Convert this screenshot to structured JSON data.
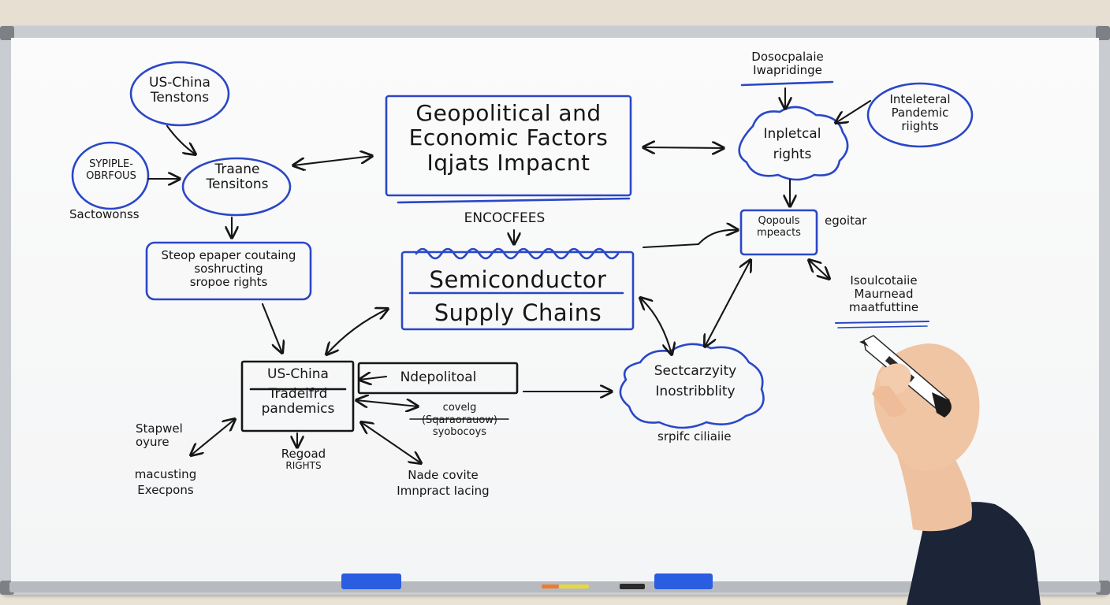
{
  "colors": {
    "marker_blue": "#2a47c7",
    "ink": "#161616",
    "board": "#f8f8f8",
    "frame": "#c9ccd0",
    "sleeve": "#1c2438",
    "skin": "#f0c5a4"
  },
  "nodes": {
    "us_china_tensions": [
      "US-China",
      "Tenstons"
    ],
    "supply_obstacles": [
      "SYPIPLE-",
      "OBRFOUS"
    ],
    "sactowonss": "Sactowonss",
    "trade_tensions": [
      "Traane",
      "Tensitons"
    ],
    "step_coutaing": [
      "Steop epaper coutaing",
      "soshructing",
      "sropoe     rights"
    ],
    "main_title": [
      "Geopolitical and",
      "Economic Factors",
      "Iqjats Impacnt"
    ],
    "encocfees": "ENCOCFEES",
    "semiconductor": [
      "Semiconductor",
      "Supply Chains"
    ],
    "dosocpalaie": [
      "Dosocpalaie",
      "Iwapridinge"
    ],
    "inpletcal_rights": [
      "Inpletcal",
      "rights"
    ],
    "inteleteral": [
      "Inteleteral",
      "Pandemic",
      "riights"
    ],
    "geopolitical_impacts": [
      "Qopouls",
      "mpeacts"
    ],
    "egoitar": "egoitar",
    "isoulcotaiie": [
      "Isoulcotaiie",
      "Maurnead",
      "maatfuttine"
    ],
    "us_china_pandemics": [
      "US-China",
      "Tradeifrd",
      "pandemics"
    ],
    "ndepolitoal": "Ndepolitoal",
    "covelg": [
      "covelg",
      "(Sqaraorauow)",
      "syobocoys"
    ],
    "stapwel": [
      "Stapwel",
      "oyure"
    ],
    "macusting": [
      "macusting",
      "Execpons"
    ],
    "regoad": [
      "Regoad",
      "RIGHTS"
    ],
    "nade_covite": [
      "Nade covite",
      "Imnpract Iacing"
    ],
    "secrity": [
      "Sectcarzyity",
      "Inostribblity"
    ],
    "sprific": "srpifc ciliaiie"
  },
  "icons": {
    "hand": "hand-holding-marker-icon",
    "marker": "marker-pen-icon"
  }
}
